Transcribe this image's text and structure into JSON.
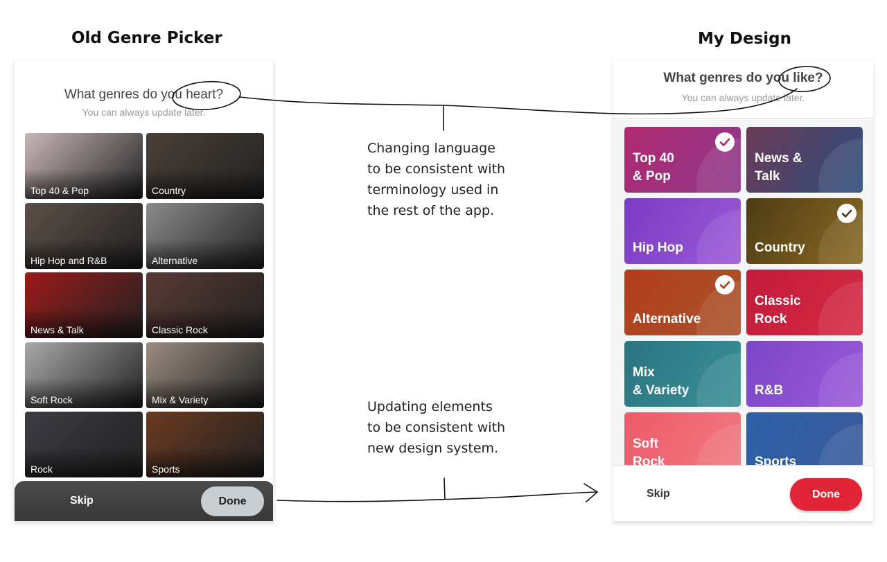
{
  "titles": {
    "old": "Old Genre Picker",
    "new": "My Design"
  },
  "old_picker": {
    "question": "What genres do you heart?",
    "subtitle": "You can always update later.",
    "tiles": [
      {
        "label": "Top 40 & Pop",
        "bg": "#c9b7b8"
      },
      {
        "label": "Country",
        "bg": "#4a4038"
      },
      {
        "label": "Hip Hop and R&B",
        "bg": "#5c5048"
      },
      {
        "label": "Alternative",
        "bg": "#8a8a8a"
      },
      {
        "label": "News & Talk",
        "bg": "#9b1a1a"
      },
      {
        "label": "Classic Rock",
        "bg": "#5a3a34"
      },
      {
        "label": "Soft Rock",
        "bg": "#a8a8a8"
      },
      {
        "label": "Mix & Variety",
        "bg": "#9a8c80"
      },
      {
        "label": "Rock",
        "bg": "#3c3c44"
      },
      {
        "label": "Sports",
        "bg": "#6a3a20"
      }
    ],
    "skip": "Skip",
    "done": "Done"
  },
  "annotations": {
    "language_note": [
      "Changing language",
      "to be consistent with",
      "terminology used in",
      "the rest of the app."
    ],
    "design_note": [
      "Updating elements",
      "to be consistent with",
      "new design system."
    ]
  },
  "new_picker": {
    "question": "What genres do you like?",
    "subtitle": "You can always update later.",
    "tiles": [
      {
        "label": [
          "Top 40",
          "& Pop"
        ],
        "selected": true,
        "gradient": [
          "#b0286e",
          "#8e3a8c"
        ]
      },
      {
        "label": [
          "News &",
          "Talk"
        ],
        "selected": false,
        "gradient": [
          "#6b3a56",
          "#2b4e7c"
        ]
      },
      {
        "label": [
          "Hip Hop"
        ],
        "selected": false,
        "gradient": [
          "#7a3bc6",
          "#9b5ad6"
        ]
      },
      {
        "label": [
          "Country"
        ],
        "selected": true,
        "gradient": [
          "#4e3c14",
          "#8a6a24"
        ]
      },
      {
        "label": [
          "Alternative"
        ],
        "selected": true,
        "gradient": [
          "#b43c1c",
          "#a8542c"
        ]
      },
      {
        "label": [
          "Classic",
          "Rock"
        ],
        "selected": false,
        "gradient": [
          "#c21a3a",
          "#d42c44"
        ]
      },
      {
        "label": [
          "Mix",
          "& Variety"
        ],
        "selected": false,
        "gradient": [
          "#2a7480",
          "#3a9096"
        ]
      },
      {
        "label": [
          "R&B"
        ],
        "selected": false,
        "gradient": [
          "#7a46c8",
          "#9c5ad8"
        ]
      },
      {
        "label": [
          "Soft",
          "Rock"
        ],
        "selected": false,
        "gradient": [
          "#ee5a6a",
          "#f07a82"
        ]
      },
      {
        "label": [
          "Sports"
        ],
        "selected": false,
        "gradient": [
          "#2c60a8",
          "#3a5a9a"
        ]
      }
    ],
    "skip": "Skip",
    "done": "Done"
  },
  "icons": {
    "checkmark": "check-icon"
  },
  "colors": {
    "done_red": "#e22438",
    "old_done_gray": "#c9ced3"
  }
}
